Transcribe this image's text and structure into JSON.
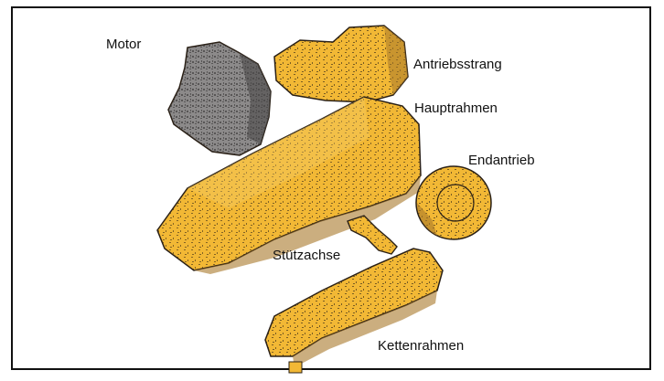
{
  "labels": {
    "motor": "Motor",
    "antriebsstrang": "Antriebsstrang",
    "hauptrahmen": "Hauptrahmen",
    "endantrieb": "Endantrieb",
    "stuetzachse": "Stützachse",
    "kettenrahmen": "Kettenrahmen"
  },
  "colors": {
    "machine_yellow": "#f2b835",
    "machine_shadow": "#a8782a",
    "engine_gray": "#8c8a8a",
    "engine_shadow": "#4a4848",
    "outline": "#2a2016"
  }
}
